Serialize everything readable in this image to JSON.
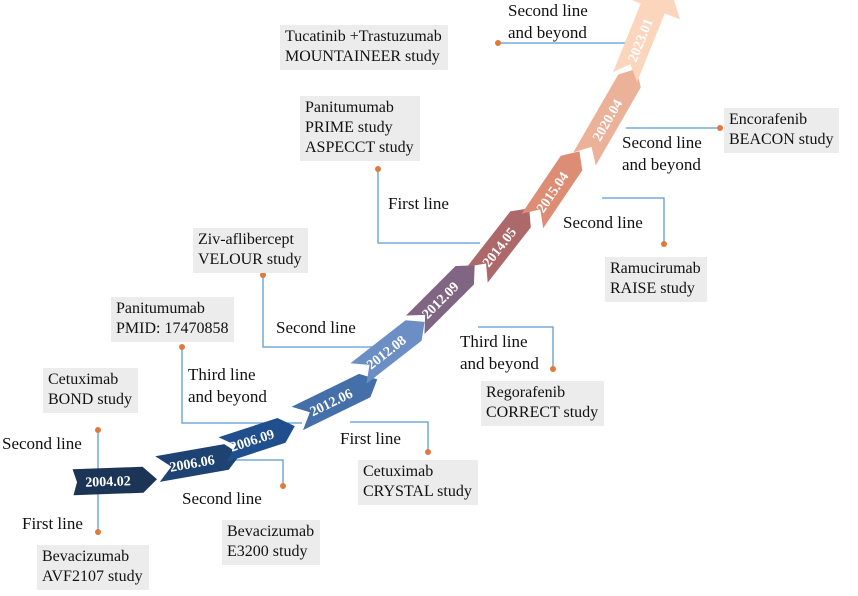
{
  "milestones": [
    {
      "date": "2004.02",
      "drug": "Bevacizumab",
      "study": "AVF2107 study",
      "line": "First line"
    },
    {
      "date": "2004.02",
      "drug": "Cetuximab",
      "study": "BOND study",
      "line": "Second line"
    },
    {
      "date": "2006.06",
      "drug": "Bevacizumab",
      "study": "E3200 study",
      "line": "Second line"
    },
    {
      "date": "2006.09",
      "drug": "Panitumumab",
      "study": "PMID: 17470858",
      "line": "Third line and beyond"
    },
    {
      "date": "2012.06",
      "drug": "Cetuximab",
      "study": "CRYSTAL study",
      "line": "First line"
    },
    {
      "date": "2012.08",
      "drug": "Ziv-aflibercept",
      "study": "VELOUR study",
      "line": "Second line"
    },
    {
      "date": "2012.09",
      "drug": "Regorafenib",
      "study": "CORRECT study",
      "line": "Third line and beyond"
    },
    {
      "date": "2014.05",
      "drug": "Panitumumab",
      "study": "PRIME study ASPECCT study",
      "line": "First line"
    },
    {
      "date": "2015.04",
      "drug": "Ramucirumab",
      "study": "RAISE study",
      "line": "Second line"
    },
    {
      "date": "2020.04",
      "drug": "Encorafenib",
      "study": "BEACON study",
      "line": "Second line and beyond"
    },
    {
      "date": "2023.01",
      "drug": "Tucatinib +Trastuzumab",
      "study": "MOUNTAINEER study",
      "line": "Second line and beyond"
    }
  ],
  "dates": [
    "2004.02",
    "2006.06",
    "2006.09",
    "2012.06",
    "2012.08",
    "2012.09",
    "2014.05",
    "2015.04",
    "2020.04",
    "2023.01"
  ],
  "boxes": {
    "bevacizumab_avf": {
      "l1": "Bevacizumab",
      "l2": "AVF2107 study"
    },
    "cetuximab_bond": {
      "l1": "Cetuximab",
      "l2": "BOND study"
    },
    "bevacizumab_e3200": {
      "l1": "Bevacizumab",
      "l2": "E3200 study"
    },
    "panitumumab_pmid": {
      "l1": "Panitumumab",
      "l2": "PMID: 17470858"
    },
    "cetuximab_crystal": {
      "l1": "Cetuximab",
      "l2": "CRYSTAL study"
    },
    "ziv_velour": {
      "l1": "Ziv-aflibercept",
      "l2": "VELOUR study"
    },
    "regorafenib_correct": {
      "l1": "Regorafenib",
      "l2": "CORRECT study"
    },
    "panitumumab_prime": {
      "l1": "Panitumumab",
      "l2": "PRIME study",
      "l3": "ASPECCT study"
    },
    "ramucirumab_raise": {
      "l1": "Ramucirumab",
      "l2": "RAISE study"
    },
    "encorafenib_beacon": {
      "l1": "Encorafenib",
      "l2": "BEACON study"
    },
    "tucatinib_mountaineer": {
      "l1": "Tucatinib +Trastuzumab",
      "l2": "MOUNTAINEER study"
    }
  },
  "lines": {
    "first_line_avf": "First line",
    "second_line_bond": "Second line",
    "second_line_e3200": "Second line",
    "third_line_pmid_1": "Third line",
    "third_line_pmid_2": "and beyond",
    "first_line_crystal": "First line",
    "second_line_velour": "Second line",
    "third_line_correct_1": "Third line",
    "third_line_correct_2": "and beyond",
    "first_line_prime": "First line",
    "second_line_raise": "Second line",
    "second_beacon_1": "Second line",
    "second_beacon_2": "and beyond",
    "second_mountaineer_1": "Second line",
    "second_mountaineer_2": "and beyond"
  },
  "colors": {
    "arrow_start": "#1c3557",
    "arrow_mid": "#6f95c8",
    "arrow_late": "#8a5468",
    "arrow_end": "#f7c3a3",
    "connector_blue": "#5b9bd5",
    "connector_dot": "#e07a3c",
    "box_fill": "#ececec"
  }
}
